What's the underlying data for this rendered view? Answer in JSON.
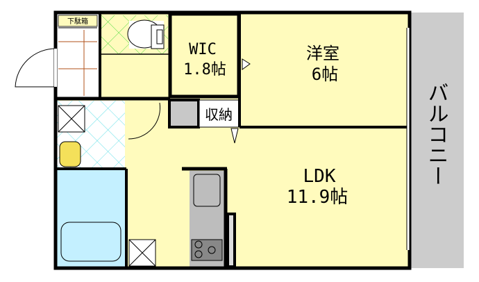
{
  "rooms": {
    "shoe_box": "下駄箱",
    "wic_name": "WIC",
    "wic_size": "1.8帖",
    "western_room_name": "洋室",
    "western_room_size": "6帖",
    "storage": "収納",
    "ldk_name": "LDK",
    "ldk_size": "11.9帖",
    "balcony": "バルコニー"
  },
  "colors": {
    "floor": "#fffbbd",
    "bath": "#c4f0ff",
    "washroom_grid": "#66e0e8",
    "toilet_grid": "#55dd44",
    "genkan_tile": "#b0501a",
    "balcony": "#cccccc",
    "kitchen": "#bdbdbd",
    "wall": "#000000"
  }
}
